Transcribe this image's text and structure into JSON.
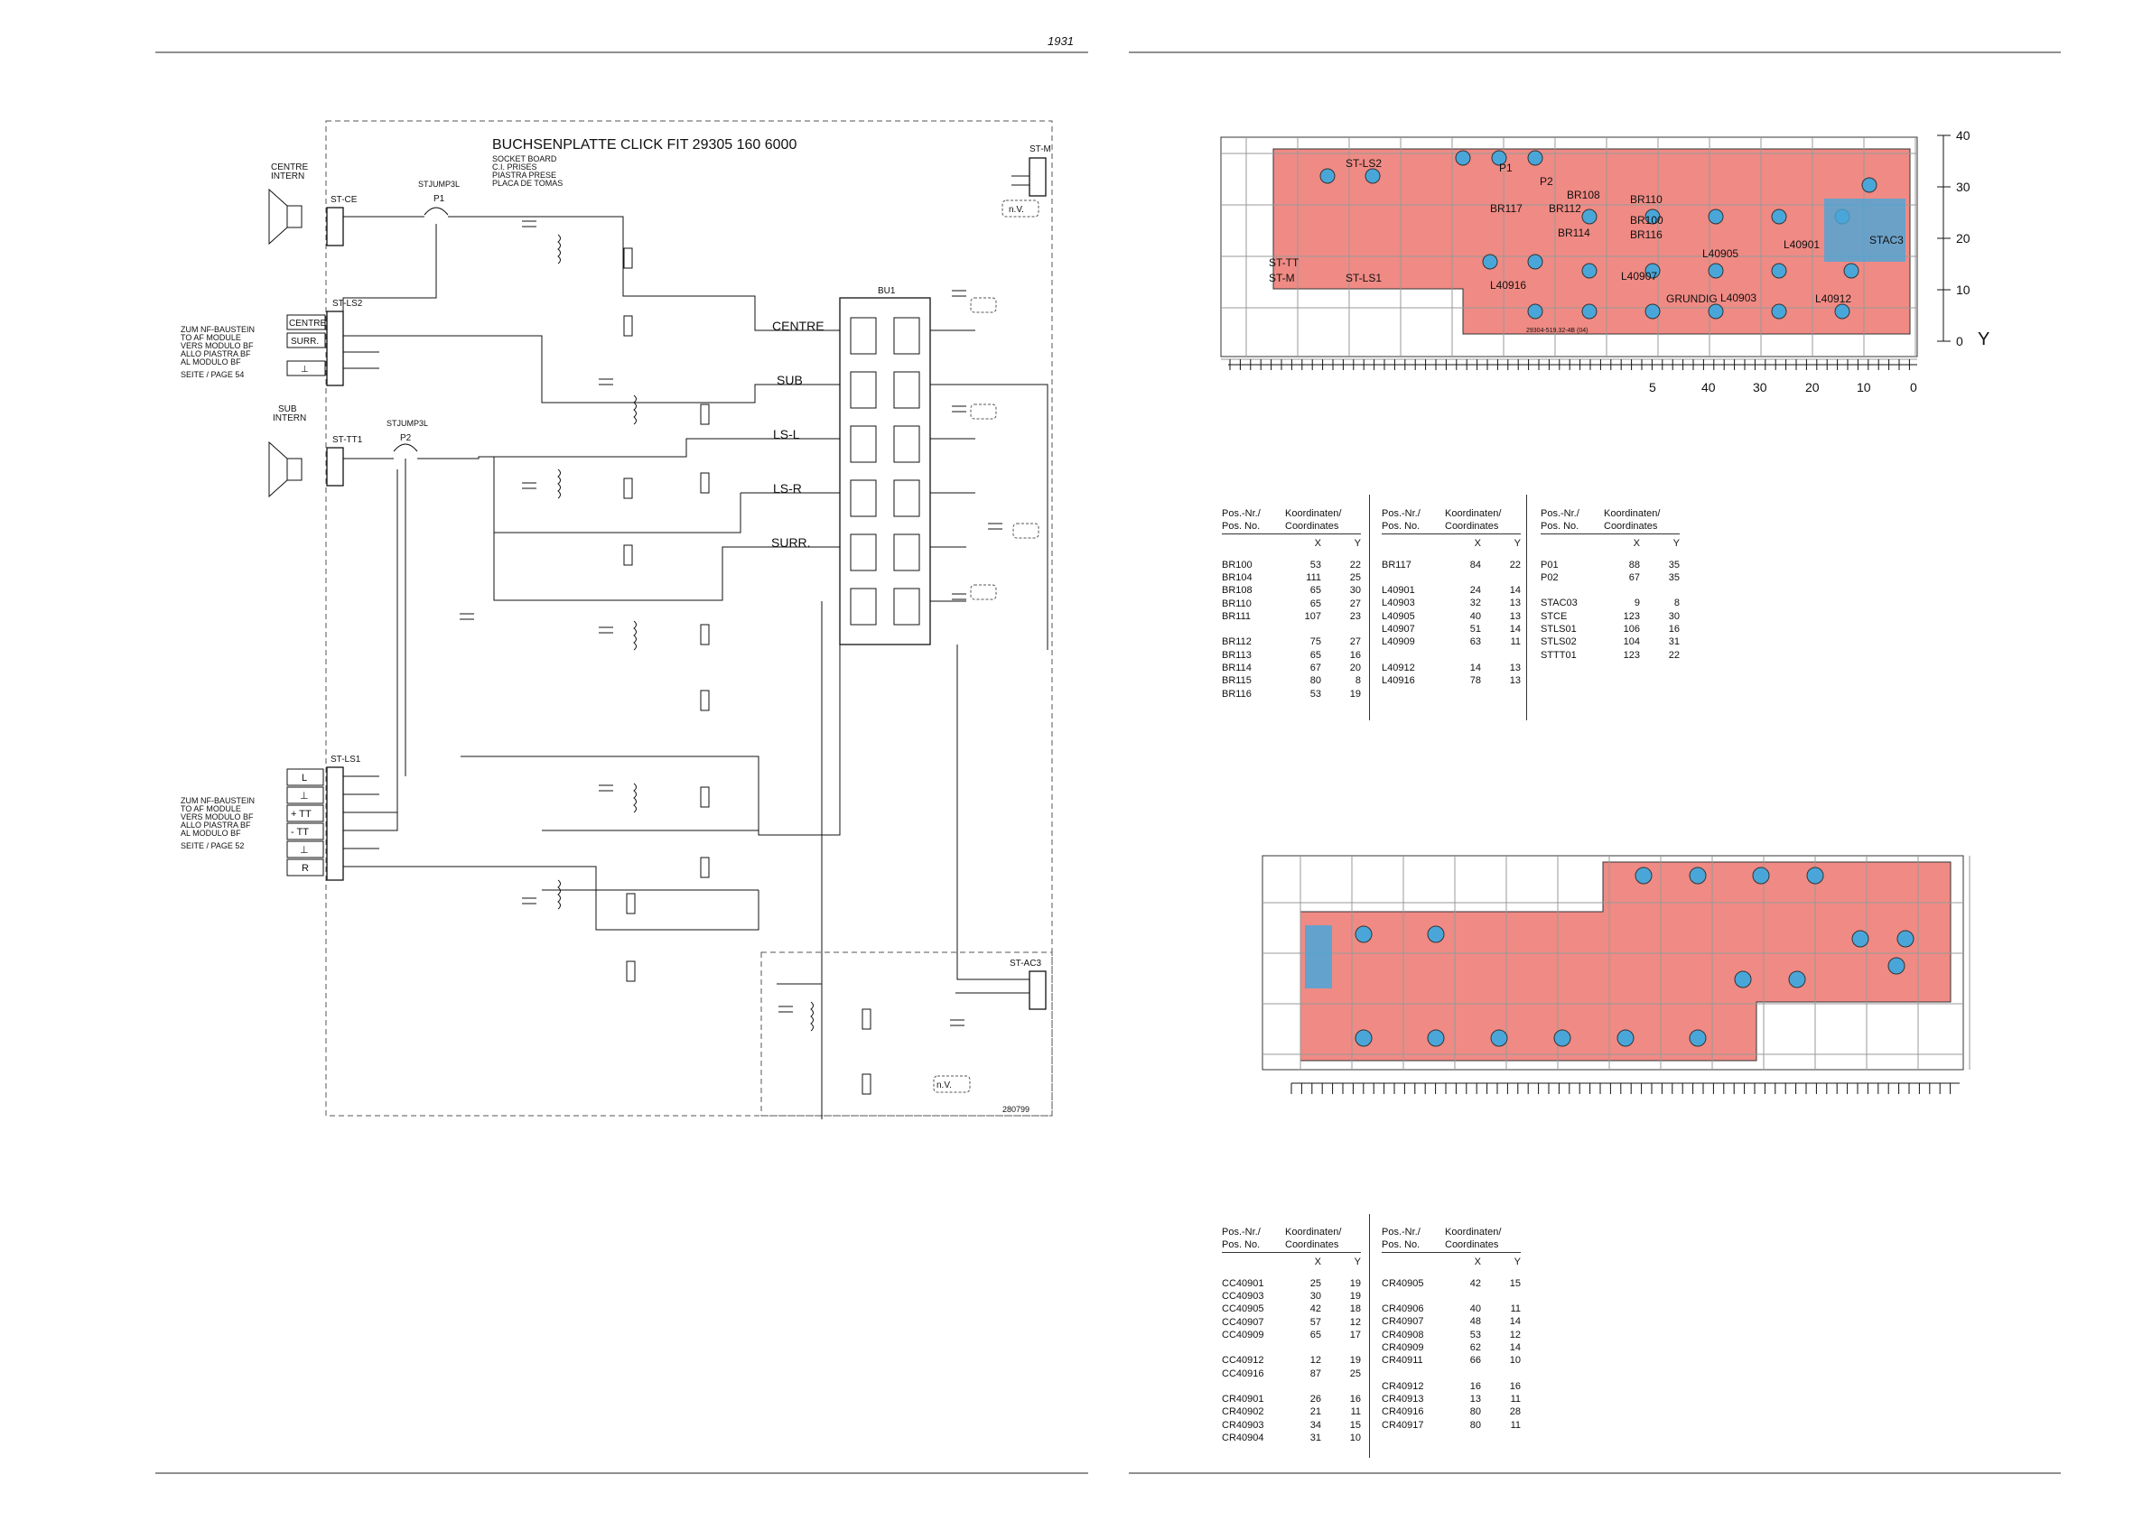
{
  "page": {
    "number": "1931",
    "footer_code": "280799"
  },
  "schematic": {
    "title": "BUCHSENPLATTE CLICK FIT  29305 160 6000",
    "subtitles": [
      "SOCKET BOARD",
      "C.I. PRISES",
      "PIASTRA PRESE",
      "PLACA DE TOMAS"
    ],
    "connector_labels": [
      "ST-CE",
      "ST-LS2",
      "ST-TT1",
      "ST-LS1",
      "ST-AC3",
      "ST-M",
      "BU1"
    ],
    "jumpers": {
      "p1": "STJUMP3L",
      "p1_name": "P1",
      "p2": "STJUMP3L",
      "p2_name": "P2"
    },
    "speaker_centre": [
      "CENTRE",
      "INTERN"
    ],
    "speaker_sub": [
      "SUB",
      "INTERN"
    ],
    "module_note_top": [
      "ZUM NF-BAUSTEIN",
      "TO AF MODULE",
      "VERS MODULO BF",
      "ALLO PIASTRA BF",
      "AL MODULO BF",
      "SEITE / PAGE 54"
    ],
    "module_note_bottom": [
      "ZUM NF-BAUSTEIN",
      "TO AF MODULE",
      "VERS MODULO BF",
      "ALLO PIASTRA BF",
      "AL MODULO BF",
      "SEITE / PAGE 52"
    ],
    "ls2_boxes": [
      "CENTRE",
      "SURR.",
      "⊥"
    ],
    "ls1_boxes": [
      "L",
      "⊥",
      "+ TT",
      "- TT",
      "⊥",
      "R"
    ],
    "channels": [
      "CENTRE",
      "SUB",
      "LS-L",
      "LS-R",
      "SURR."
    ],
    "nv": "n.V."
  },
  "pcb_top": {
    "y_axis": {
      "label": "Y",
      "ticks": [
        "40",
        "30",
        "20",
        "10",
        "0"
      ]
    },
    "x_axis": {
      "ticks": [
        "5",
        "40",
        "30",
        "20",
        "10",
        "0"
      ]
    },
    "labels": [
      "ST-LS2",
      "P1",
      "P2",
      "BR108",
      "BR110",
      "BR100",
      "BR114",
      "BR116",
      "BR117",
      "BR112",
      "L40905",
      "L40901",
      "L40903",
      "L40912",
      "L40907",
      "L40916",
      "STAC3",
      "ST-TT",
      "ST-M",
      "ST-LS1",
      "GRUNDIG",
      "29304-519.32-4B (04)"
    ]
  },
  "table_headers": {
    "pos": [
      "Pos.-Nr./",
      "Pos. No."
    ],
    "coord": [
      "Koordinaten/",
      "Coordinates"
    ],
    "x": "X",
    "y": "Y"
  },
  "tables_top": [
    [
      [
        [
          "BR100",
          "53",
          "22"
        ],
        [
          "BR104",
          "111",
          "25"
        ],
        [
          "BR108",
          "65",
          "30"
        ],
        [
          "BR110",
          "65",
          "27"
        ],
        [
          "BR111",
          "107",
          "23"
        ]
      ],
      [
        [
          "BR112",
          "75",
          "27"
        ],
        [
          "BR113",
          "65",
          "16"
        ],
        [
          "BR114",
          "67",
          "20"
        ],
        [
          "BR115",
          "80",
          "8"
        ],
        [
          "BR116",
          "53",
          "19"
        ]
      ]
    ],
    [
      [
        [
          "BR117",
          "84",
          "22"
        ]
      ],
      [
        [
          "L40901",
          "24",
          "14"
        ],
        [
          "L40903",
          "32",
          "13"
        ],
        [
          "L40905",
          "40",
          "13"
        ],
        [
          "L40907",
          "51",
          "14"
        ],
        [
          "L40909",
          "63",
          "11"
        ]
      ],
      [
        [
          "L40912",
          "14",
          "13"
        ],
        [
          "L40916",
          "78",
          "13"
        ]
      ]
    ],
    [
      [
        [
          "P01",
          "88",
          "35"
        ],
        [
          "P02",
          "67",
          "35"
        ]
      ],
      [
        [
          "STAC03",
          "9",
          "8"
        ],
        [
          "STCE",
          "123",
          "30"
        ],
        [
          "STLS01",
          "106",
          "16"
        ],
        [
          "STLS02",
          "104",
          "31"
        ],
        [
          "STTT01",
          "123",
          "22"
        ]
      ]
    ]
  ],
  "tables_bottom": [
    [
      [
        [
          "CC40901",
          "25",
          "19"
        ],
        [
          "CC40903",
          "30",
          "19"
        ],
        [
          "CC40905",
          "42",
          "18"
        ],
        [
          "CC40907",
          "57",
          "12"
        ],
        [
          "CC40909",
          "65",
          "17"
        ]
      ],
      [
        [
          "CC40912",
          "12",
          "19"
        ],
        [
          "CC40916",
          "87",
          "25"
        ]
      ],
      [
        [
          "CR40901",
          "26",
          "16"
        ],
        [
          "CR40902",
          "21",
          "11"
        ],
        [
          "CR40903",
          "34",
          "15"
        ],
        [
          "CR40904",
          "31",
          "10"
        ]
      ]
    ],
    [
      [
        [
          "CR40905",
          "42",
          "15"
        ]
      ],
      [
        [
          "CR40906",
          "40",
          "11"
        ],
        [
          "CR40907",
          "48",
          "14"
        ],
        [
          "CR40908",
          "53",
          "12"
        ],
        [
          "CR40909",
          "62",
          "14"
        ],
        [
          "CR40911",
          "66",
          "10"
        ]
      ],
      [
        [
          "CR40912",
          "16",
          "16"
        ],
        [
          "CR40913",
          "13",
          "11"
        ],
        [
          "CR40916",
          "80",
          "28"
        ],
        [
          "CR40917",
          "80",
          "11"
        ]
      ]
    ]
  ],
  "colors": {
    "pcb_fill": "#f08a84",
    "pad_blue": "#4aa6d8",
    "trace": "#333333",
    "grid": "#999999"
  }
}
